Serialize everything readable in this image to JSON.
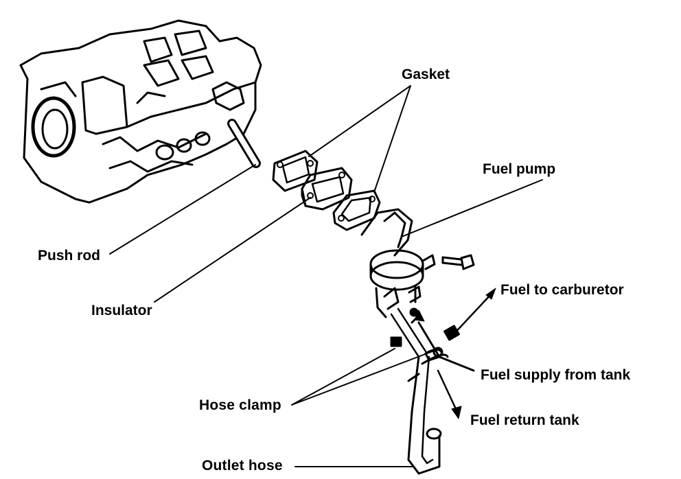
{
  "labels": {
    "gasket": "Gasket",
    "fuel_pump": "Fuel pump",
    "push_rod": "Push rod",
    "insulator": "Insulator",
    "fuel_to_carburetor": "Fuel to carburetor",
    "fuel_supply_from_tank": "Fuel supply from tank",
    "hose_clamp": "Hose clamp",
    "fuel_return_tank": "Fuel return tank",
    "outlet_hose": "Outlet hose"
  },
  "colors": {
    "ink": "#000000",
    "paper": "#ffffff"
  }
}
